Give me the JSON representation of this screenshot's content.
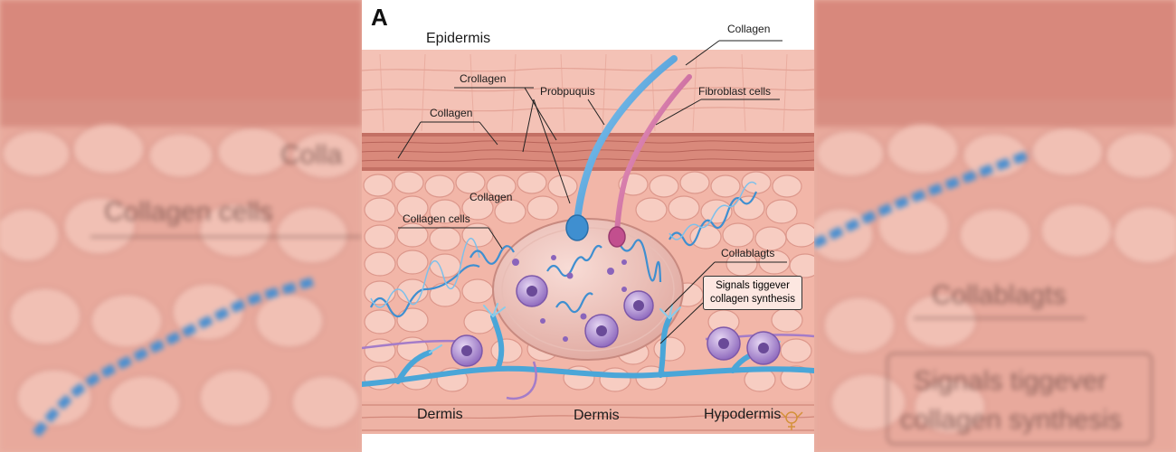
{
  "panel_letter": "A",
  "labels": {
    "epidermis": "Epidermis",
    "collagen_top": "Collagen",
    "crollagen": "Crollagen",
    "probpuquis": "Probpuquis",
    "fibroblast": "Fibroblast cells",
    "collagen_left": "Collagen",
    "collagen_mid": "Collagen",
    "collagen_cells": "Collagen cells",
    "collablagts": "Collablagts",
    "signals_line1": "Signals tiggever",
    "signals_line2": "collagen synthesis",
    "dermis_left": "Dermis",
    "dermis_mid": "Dermis",
    "hypodermis": "Hypodermis"
  },
  "background": {
    "left": {
      "text1": "Colla",
      "text2": "Collagen cells"
    },
    "right": {
      "text1": "Collablagts",
      "text2": "Signals tiggever",
      "text3": "collagen synthesis"
    }
  },
  "colors": {
    "skin": "#f2b7a8",
    "skin_dark": "#d98a7a",
    "hair_blue": "#4aa3e0",
    "hair_pink": "#c85a9a",
    "fiber_blue": "#3f8fd0",
    "nerve_blue": "#5ab2dc",
    "cell_purple": "#9a74c6"
  }
}
